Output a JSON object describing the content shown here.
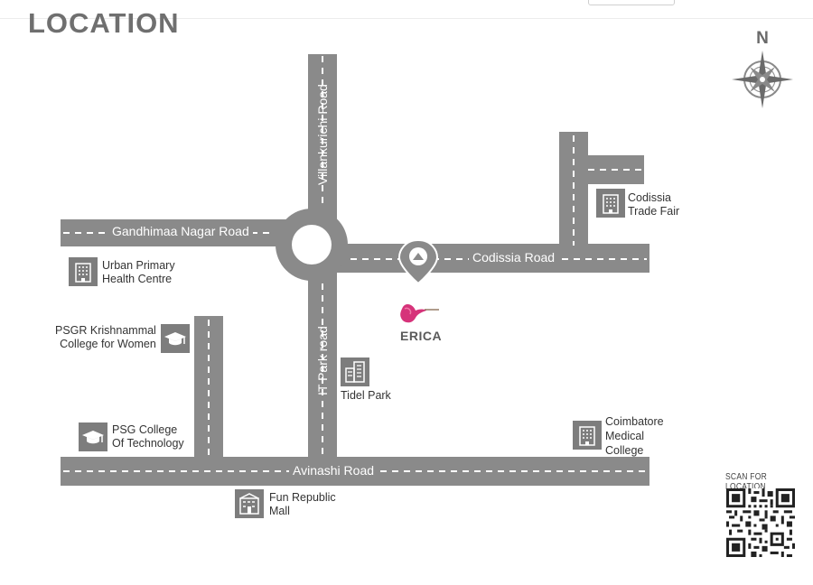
{
  "header": {
    "title": "LOCATION"
  },
  "compass": {
    "label": "N"
  },
  "roads": {
    "villankurichi": "Villankurichi Road",
    "gandhimaa": "Gandhimaa Nagar Road",
    "codissia": "Codissia Road",
    "it_park": "IT Park road",
    "avinashi": "Avinashi Road"
  },
  "landmarks": [
    {
      "name": "Codissia Trade Fair",
      "lines": [
        "Codissia",
        "Trade Fair"
      ],
      "icon": "building-icon"
    },
    {
      "name": "Urban Primary Health Centre",
      "lines": [
        "Urban Primary",
        "Health Centre"
      ],
      "icon": "building-icon"
    },
    {
      "name": "PSGR Krishnammal College for Women",
      "lines": [
        "PSGR Krishnammal",
        "College for Women"
      ],
      "icon": "graduation-cap-icon"
    },
    {
      "name": "Tidel Park",
      "lines": [
        "Tidel Park"
      ],
      "icon": "office-tower-icon"
    },
    {
      "name": "PSG College Of Technology",
      "lines": [
        "PSG College",
        "Of Technology"
      ],
      "icon": "graduation-cap-icon"
    },
    {
      "name": "Coimbatore Medical College",
      "lines": [
        "Coimbatore",
        "Medical",
        "College"
      ],
      "icon": "building-icon"
    },
    {
      "name": "Fun Republic Mall",
      "lines": [
        "Fun Republic",
        "Mall"
      ],
      "icon": "mall-icon"
    }
  ],
  "project": {
    "name": "ERICA",
    "pin_icon": "location-pin-icon"
  },
  "qr": {
    "caption": "SCAN FOR LOCATION"
  },
  "colors": {
    "road": "#8a8a8a",
    "icon_bg": "#7d7d7d",
    "brand": "#d6337a"
  }
}
